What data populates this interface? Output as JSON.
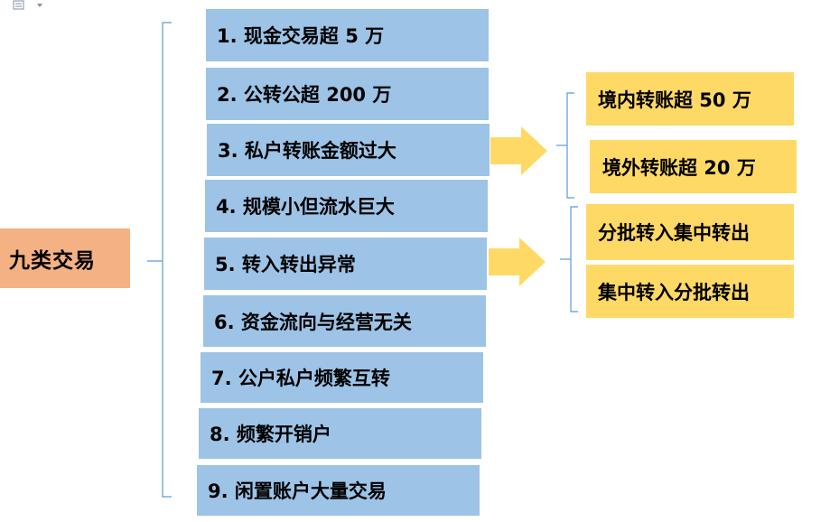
{
  "root": {
    "label": "九类交易"
  },
  "items": [
    {
      "label": "1. 现金交易超 5 万"
    },
    {
      "label": "2. 公转公超 200 万"
    },
    {
      "label": "3. 私户转账金额过大"
    },
    {
      "label": "4. 规模小但流水巨大"
    },
    {
      "label": "5. 转入转出异常"
    },
    {
      "label": "6. 资金流向与经营无关"
    },
    {
      "label": "7. 公户私户频繁互转"
    },
    {
      "label": "8. 频繁开销户"
    },
    {
      "label": "9. 闲置账户大量交易"
    }
  ],
  "branch_a": [
    {
      "label": "境内转账超 50 万"
    },
    {
      "label": "境外转账超 20 万"
    }
  ],
  "branch_b": [
    {
      "label": "分批转入集中转出"
    },
    {
      "label": "集中转入分批转出"
    }
  ],
  "colors": {
    "root": "#f4b183",
    "item": "#9dc3e6",
    "sub": "#ffd966",
    "arrow": "#ffd966",
    "bracket": "#5b9bd5"
  },
  "icons": {
    "toolbar": "layout-options-icon",
    "arrows": "right-arrow-icon"
  }
}
